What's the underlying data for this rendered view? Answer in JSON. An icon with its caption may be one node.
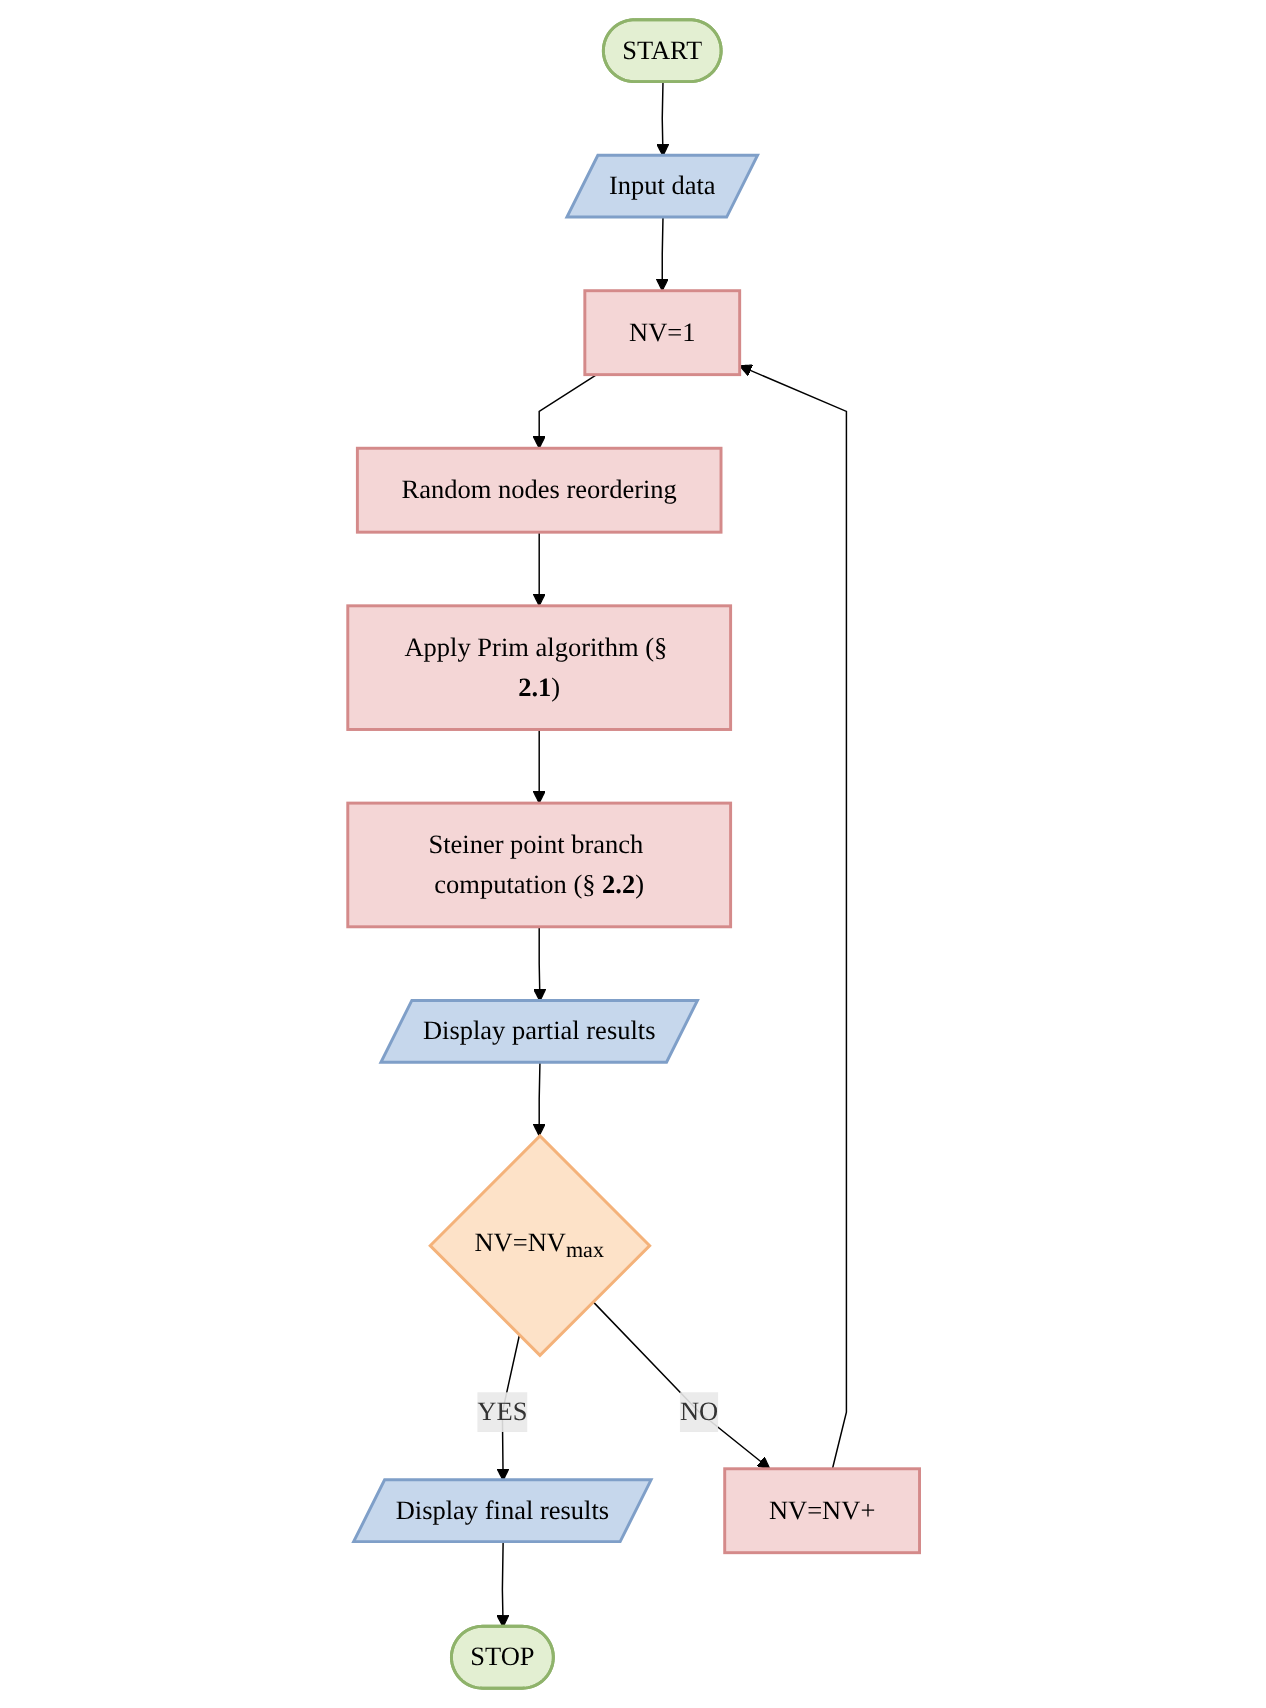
{
  "diagram": {
    "nodes": [
      {
        "text": [
          "START"
        ]
      },
      {
        "text": [
          "Input data"
        ]
      },
      {
        "text": [
          "NV=1"
        ]
      },
      {
        "text": [
          "Random nodes reordering"
        ]
      },
      {
        "text": [
          "Apply Prim algorithm (§ **2.1**)"
        ]
      },
      {
        "text": [
          "Steiner point branch computation (§ **2.2**)"
        ]
      },
      {
        "text": [
          "Display partial results"
        ]
      },
      {
        "text": [
          "NV=NV$_{max}$"
        ]
      },
      {
        "text": [
          "Display final results"
        ]
      },
      {
        "text": [
          "STOP"
        ]
      },
      {
        "text": [
          "NV=NV+"
        ]
      }
    ],
    "edges": [
      {
        "from": 0,
        "to": 1,
        "arrow": "to"
      },
      {
        "from": 1,
        "to": 2,
        "arrow": "to"
      },
      {
        "from": 2,
        "to": 3,
        "arrow": "to"
      },
      {
        "from": 3,
        "to": 4,
        "arrow": "to"
      },
      {
        "from": 4,
        "to": 5,
        "arrow": "to"
      },
      {
        "from": 5,
        "to": 6,
        "arrow": "to"
      },
      {
        "from": 6,
        "to": 7,
        "arrow": "to"
      },
      {
        "from": 7,
        "to": 8,
        "label": "YES",
        "arrow": "to"
      },
      {
        "from": 8,
        "to": 9,
        "arrow": "to"
      },
      {
        "from": 7,
        "to": 10,
        "label": "NO",
        "arrow": "to"
      },
      {
        "from": 10,
        "to": 2,
        "arrow": "to"
      }
    ]
  }
}
